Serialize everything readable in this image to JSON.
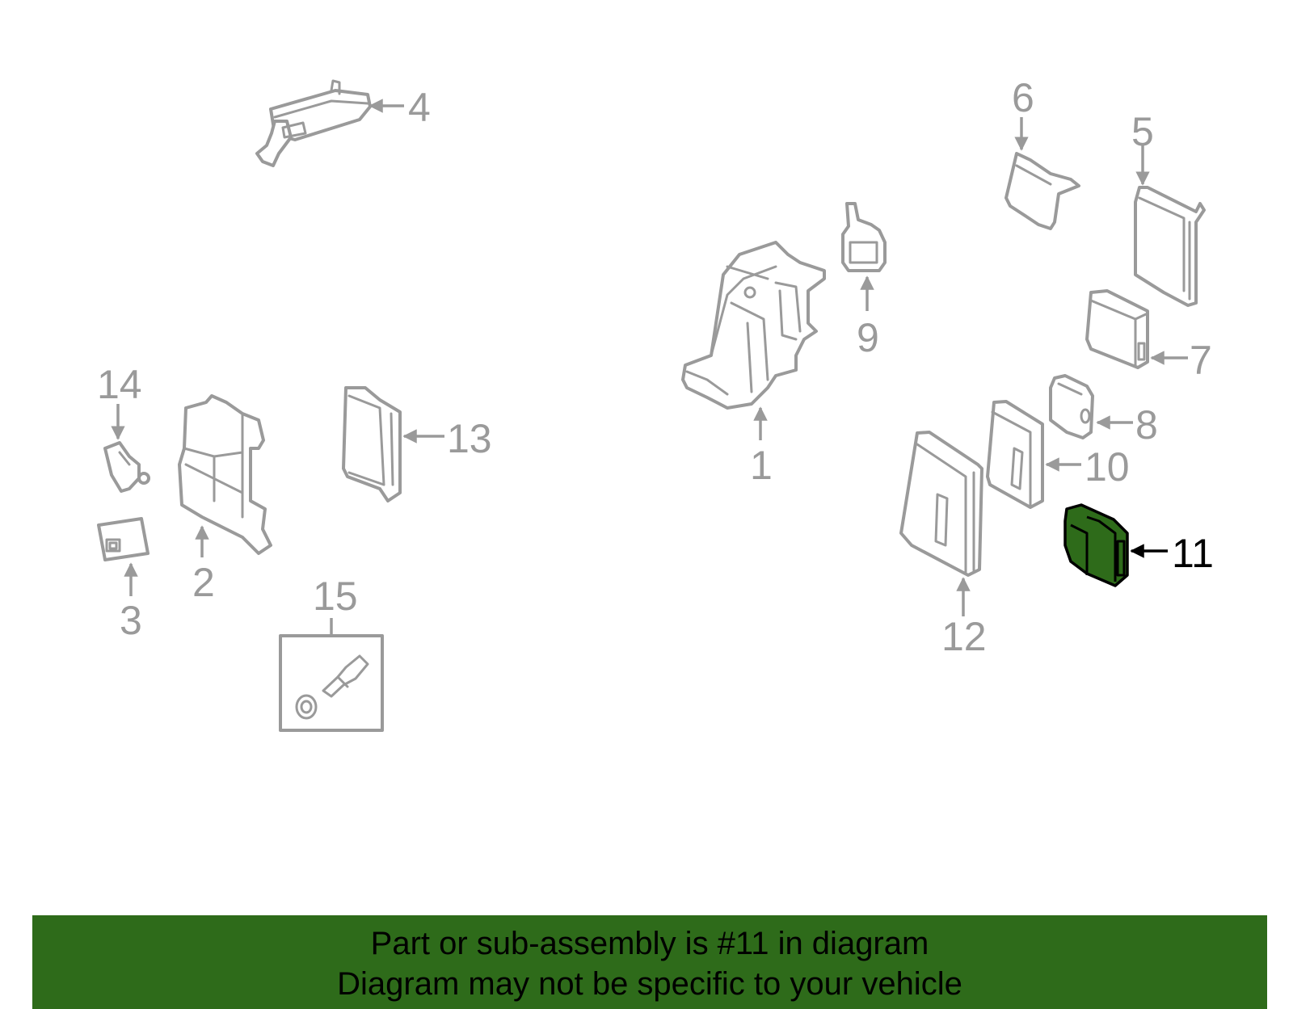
{
  "colors": {
    "banner": "#2e6b1a",
    "highlight_part": "#2e6b1a",
    "part_outline": "#9a9a9a",
    "text_dark": "#000000"
  },
  "callouts": {
    "c1": "1",
    "c2": "2",
    "c3": "3",
    "c4": "4",
    "c5": "5",
    "c6": "6",
    "c7": "7",
    "c8": "8",
    "c9": "9",
    "c10": "10",
    "c11": "11",
    "c12": "12",
    "c13": "13",
    "c14": "14",
    "c15": "15"
  },
  "highlighted_callout": "11",
  "banner": {
    "line1": "Part or sub-assembly is #11 in diagram",
    "line2": "Diagram may not be specific to your vehicle"
  }
}
